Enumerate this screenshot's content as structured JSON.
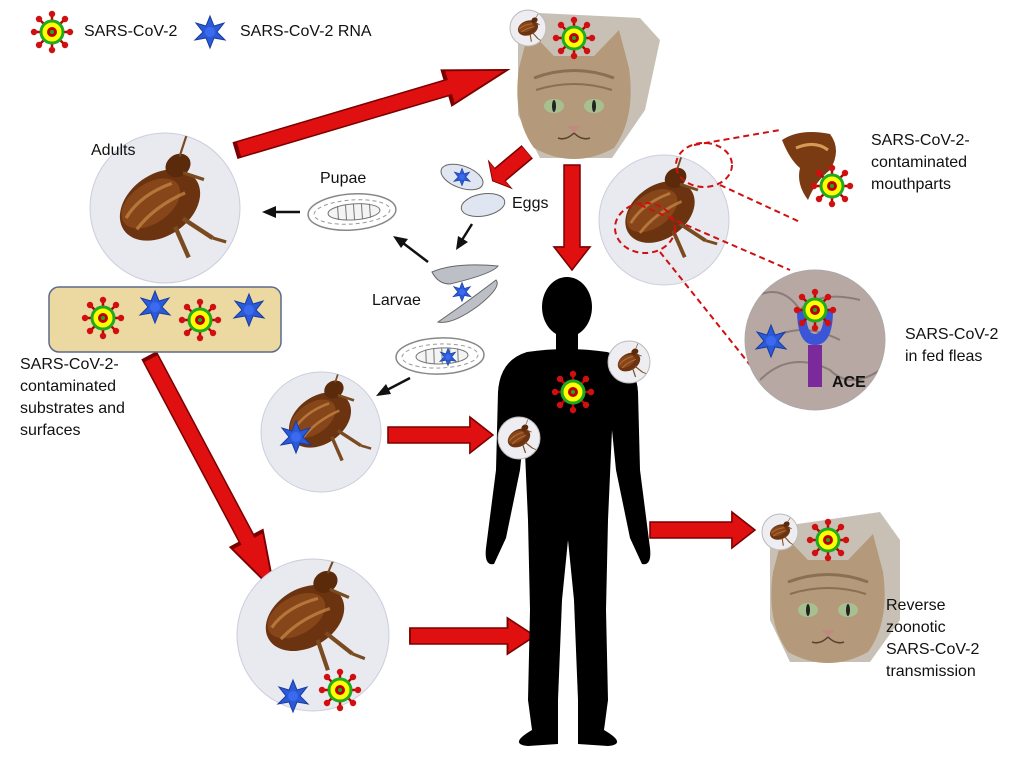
{
  "legend": {
    "virus_label": "SARS-CoV-2",
    "rna_label": "SARS-CoV-2 RNA"
  },
  "labels": {
    "adults": "Adults",
    "pupae": "Pupae",
    "eggs": "Eggs",
    "larvae": "Larvae",
    "substrates": "SARS-CoV-2-\ncontaminated\nsubstrates and\nsurfaces",
    "mouthparts": "SARS-CoV-2-\ncontaminated\nmouthparts",
    "fed_fleas": "SARS-CoV-2\nin fed fleas",
    "ace": "ACE",
    "reverse": "Reverse\nzoonotic\nSARS-CoV-2\ntransmission"
  },
  "colors": {
    "arrow_red": "#e01010",
    "virus_ring": "#ffff00",
    "virus_core": "#c00000",
    "virus_spike": "#1faa1f",
    "rna_blue": "#2a5ad6",
    "receptor_blue": "#3a55d8",
    "receptor_purple": "#7a2a9a",
    "flea_brown": "#6b3310",
    "silhouette": "#000000",
    "cat_fur": "#b49a7a",
    "substrate_tan": "#ecd9a2"
  }
}
